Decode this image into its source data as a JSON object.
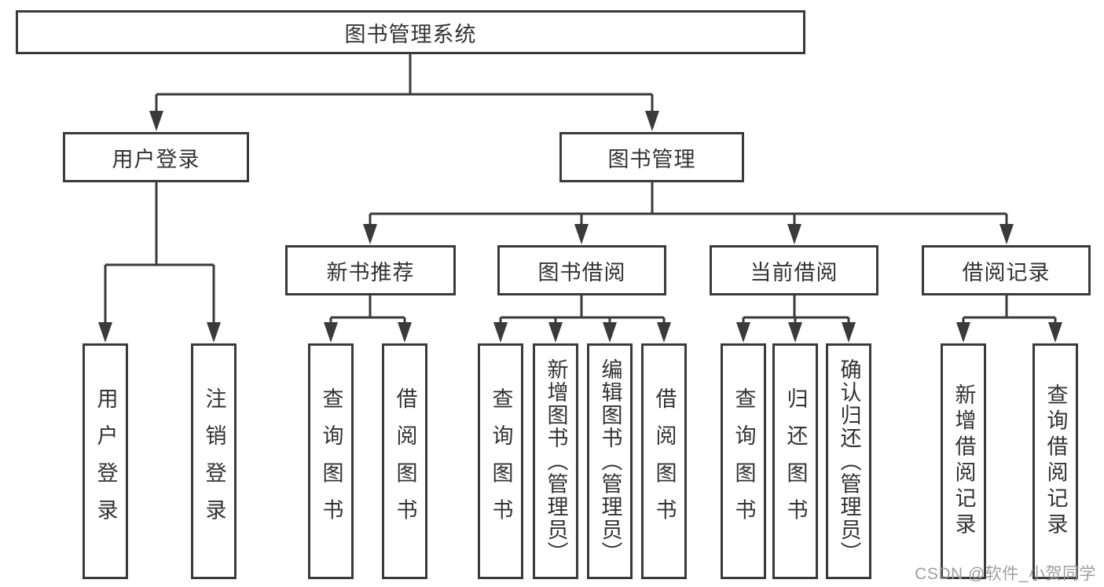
{
  "diagram": {
    "root": {
      "label": "图书管理系统"
    },
    "branches": [
      {
        "label": "用户登录",
        "children": [
          "用户登录",
          "注销登录"
        ]
      },
      {
        "label": "图书管理",
        "groups": [
          {
            "label": "新书推荐",
            "children": [
              "查询图书",
              "借阅图书"
            ]
          },
          {
            "label": "图书借阅",
            "children": [
              "查询图书",
              "新增图书（管理员）",
              "编辑图书（管理员）",
              "借阅图书"
            ]
          },
          {
            "label": "当前借阅",
            "children": [
              "查询图书",
              "归还图书",
              "确认归还（管理员）"
            ]
          },
          {
            "label": "借阅记录",
            "children": [
              "新增借阅记录",
              "查询借阅记录"
            ]
          }
        ]
      }
    ]
  },
  "watermark": "CSDN @软件_小贺同学",
  "colors": {
    "line": "#3a3a3a",
    "text": "#333333",
    "watermark": "#9e9e9e"
  }
}
